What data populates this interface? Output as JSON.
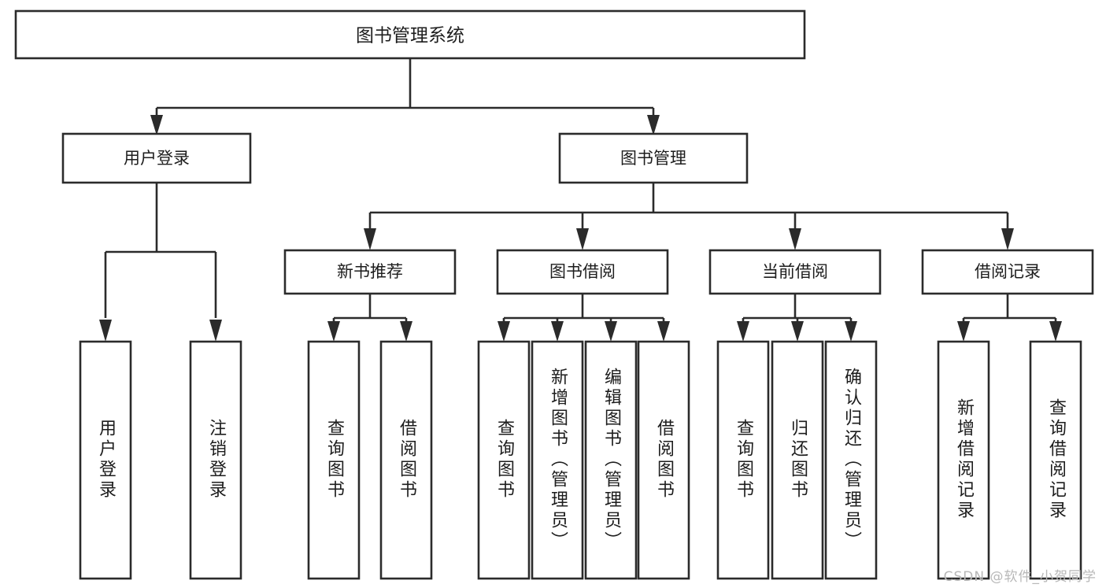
{
  "diagram": {
    "type": "tree",
    "title": "图书管理系统",
    "watermark": "CSDN @软件_小贺同学",
    "colors": {
      "box_fill": "#ffffff",
      "box_stroke": "#2b2b2b",
      "text": "#1d1d1d",
      "watermark": "#b8b8b8",
      "background": "#ffffff"
    },
    "root": {
      "label": "图书管理系统"
    },
    "level1": [
      {
        "label": "用户登录"
      },
      {
        "label": "图书管理"
      }
    ],
    "level2": [
      {
        "label": "新书推荐"
      },
      {
        "label": "图书借阅"
      },
      {
        "label": "当前借阅"
      },
      {
        "label": "借阅记录"
      }
    ],
    "leaves": {
      "user_login": [
        {
          "label": "用户登录"
        },
        {
          "label": "注销登录"
        }
      ],
      "new_book_recommend": [
        {
          "label": "查询图书"
        },
        {
          "label": "借阅图书"
        }
      ],
      "book_borrow": [
        {
          "label": "查询图书"
        },
        {
          "label": "新增图书（管理员）"
        },
        {
          "label": "编辑图书（管理员）"
        },
        {
          "label": "借阅图书"
        }
      ],
      "current_borrow": [
        {
          "label": "查询图书"
        },
        {
          "label": "归还图书"
        },
        {
          "label": "确认归还（管理员）"
        }
      ],
      "borrow_record": [
        {
          "label": "新增借阅记录"
        },
        {
          "label": "查询借阅记录"
        }
      ]
    }
  }
}
